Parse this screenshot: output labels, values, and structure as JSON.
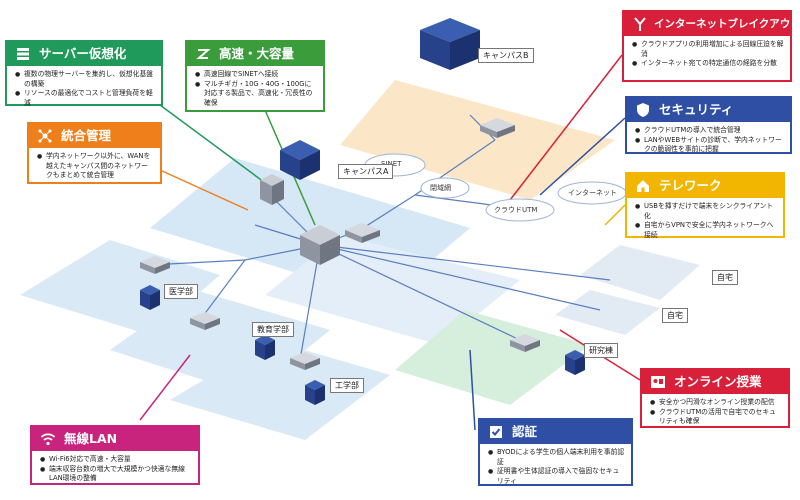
{
  "colors": {
    "server": "#1f9a5a",
    "speed": "#3a9c3a",
    "integrated": "#ef7f1a",
    "breakout": "#d9203a",
    "security": "#2e4fa3",
    "telework": "#f2b600",
    "online": "#d9203a",
    "auth": "#2e4fa3",
    "wireless": "#c8247e",
    "floor": "#cfe3f4",
    "campus_b_floor": "#fbe6c7",
    "research_floor": "#d6efdc"
  },
  "boxes": {
    "server": {
      "title": "サーバー仮想化",
      "icon": "server-stack-icon",
      "items": [
        "複数の物理サーバーを集約し、仮想化基盤の構築",
        "リソースの最適化でコストと管理負荷を軽減"
      ]
    },
    "speed": {
      "title": "高速・大容量",
      "icon": "lightning-icon",
      "items": [
        "高速回線でSINETへ接続",
        "マルチギガ・10G・40G・100Gに対応する製品で、高速化・冗長性の確保"
      ]
    },
    "integrated": {
      "title": "統合管理",
      "icon": "network-hub-icon",
      "items": [
        "学内ネットワーク以外に、WANを越えたキャンパス間のネットワークもまとめて統合管理"
      ]
    },
    "breakout": {
      "title": "インターネットブレイクアウト",
      "icon": "branch-icon",
      "items": [
        "クラウドアプリの利用増加による回線圧迫を解消",
        "インターネット宛ての特定通信の経路を分散"
      ]
    },
    "security": {
      "title": "セキュリティ",
      "icon": "shield-icon",
      "items": [
        "クラウドUTMの導入で統合管理",
        "LANやWEBサイトの診断で、学内ネットワークの脆弱性を事前に把握"
      ]
    },
    "telework": {
      "title": "テレワーク",
      "icon": "house-icon",
      "items": [
        "USBを挿すだけで端末をシンクライアント化",
        "自宅からVPNで安全に学内ネットワークへ接続"
      ]
    },
    "online": {
      "title": "オンライン授業",
      "icon": "video-lesson-icon",
      "items": [
        "安全かつ円滑なオンライン授業の配信",
        "クラウドUTMの活用で自宅でのセキュリティも確保"
      ]
    },
    "auth": {
      "title": "認証",
      "icon": "checkbox-icon",
      "items": [
        "BYODによる学生の個人端末利用を事前認証",
        "証明書や生体認証の導入で強固なセキュリティ"
      ]
    },
    "wireless": {
      "title": "無線LAN",
      "icon": "wifi-icon",
      "items": [
        "Wi-Fi6対応で高速・大容量",
        "端末収容台数の増大で大規模かつ快適な無線LAN環境の整備"
      ]
    }
  },
  "places": {
    "campus_a": "キャンパスA",
    "campus_b": "キャンパスB",
    "medical": "医学部",
    "education": "教育学部",
    "engineering": "工学部",
    "research": "研究棟",
    "home1": "自宅",
    "home2": "自宅"
  },
  "network": {
    "sinet": "SINET",
    "closed": "閉域網",
    "internet": "インターネット",
    "cloud_utm": "クラウドUTM"
  }
}
